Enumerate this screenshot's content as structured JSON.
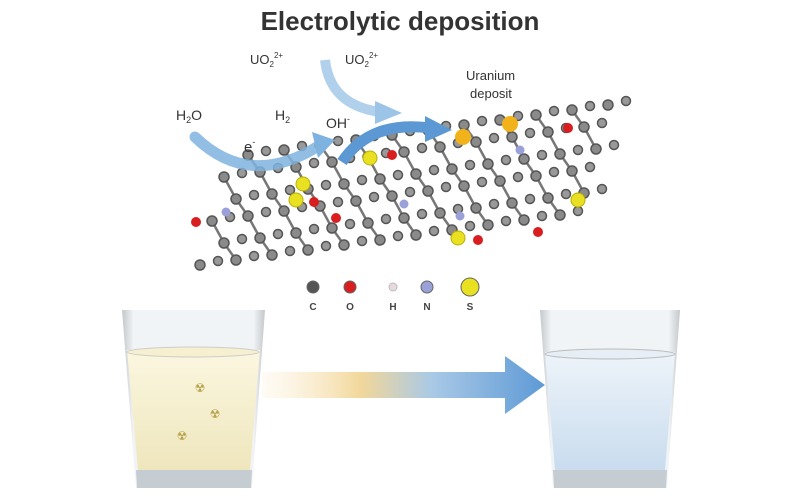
{
  "title": "Electrolytic deposition",
  "labels": {
    "uo2_left": "UO",
    "uo2_right": "UO",
    "uo2_sub": "2",
    "uo2_sup": "2+",
    "h2o": "H",
    "h2o_sub": "2",
    "h2o_tail": "O",
    "h2": "H",
    "h2_sub": "2",
    "electron": "e",
    "electron_sup": "-",
    "oh": "OH",
    "oh_sup": "-",
    "uranium_deposit_line1": "Uranium",
    "uranium_deposit_line2": "deposit"
  },
  "legend": [
    {
      "label": "C",
      "color": "#555555"
    },
    {
      "label": "O",
      "color": "#d81e1e"
    },
    {
      "label": "H",
      "color": "#e8d8e0"
    },
    {
      "label": "N",
      "color": "#9aa0d8"
    },
    {
      "label": "S",
      "color": "#e8e020"
    }
  ],
  "colors": {
    "arrow_blue": "#6fa8d8",
    "contaminated_water": "#f3eccb",
    "clean_water": "#dbe8f3",
    "uranium": "#f2b21a"
  }
}
